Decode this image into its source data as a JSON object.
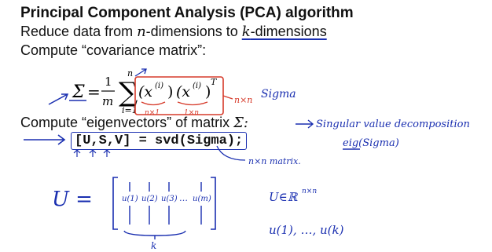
{
  "slide": {
    "title": "Principal Component Analysis (PCA) algorithm",
    "reduce": {
      "prefix": "Reduce data from ",
      "n": "n",
      "middle": "-dimensions to ",
      "k": "k",
      "suffix": "-dimensions"
    },
    "covariance_label": "Compute “covariance matrix”:",
    "formula": {
      "sigma": "Σ",
      "equals": "=",
      "one": "1",
      "m": "m",
      "sum": "∑",
      "upper": "n",
      "lower": "i=1",
      "term1": "(x",
      "sup1": "(i)",
      "close1": ")",
      "term2": "(x",
      "sup2": "(i)",
      "close2": ")",
      "transpose": "T"
    },
    "eigen_label": {
      "text": "Compute “eigenvectors” of matrix ",
      "symbol": "Σ:"
    },
    "code": "[U,S,V] = svd(Sigma);"
  },
  "annotations": {
    "sigma_note": "Sigma",
    "dim_nx1": "n×1",
    "dim_1xn": "1×n",
    "dim_nxn": "n×n",
    "svd_note": "Singular value decomposition",
    "eig_note": "eig(Sigma)",
    "nxn_matrix": "n×n matrix.",
    "u_label": "U =",
    "u1": "u(1)",
    "u2": "u(2)",
    "u3": "u(3)",
    "dots": "…",
    "um": "u(m)",
    "k_label": "k",
    "u_in": "U∈ℝ",
    "u_in_sup": "n×n",
    "u_list": "u(1), …, u(k)"
  },
  "colors": {
    "ink_blue": "#1a2fb0",
    "ink_red": "#d63a2a",
    "text": "#111111"
  }
}
